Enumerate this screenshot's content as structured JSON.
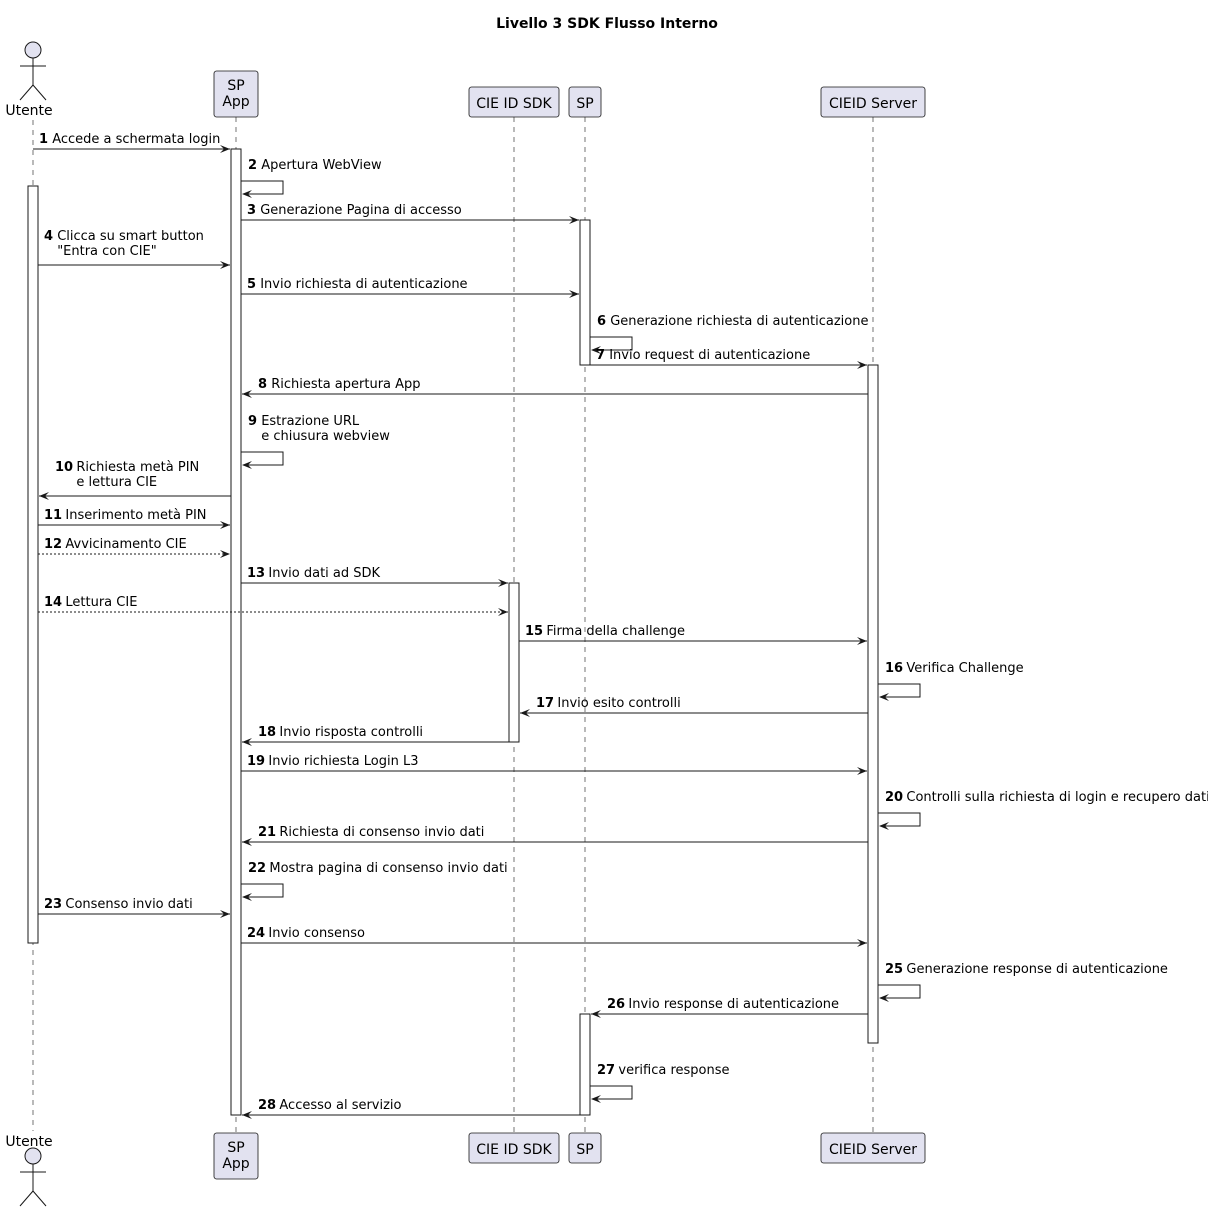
{
  "title": "Livello 3 SDK Flusso Interno",
  "participants": [
    {
      "id": "utente",
      "label": [
        "Utente"
      ],
      "kind": "actor"
    },
    {
      "id": "spapp",
      "label": [
        "SP",
        "App"
      ],
      "kind": "participant"
    },
    {
      "id": "sdk",
      "label": [
        "CIE ID SDK"
      ],
      "kind": "participant"
    },
    {
      "id": "sp",
      "label": [
        "SP"
      ],
      "kind": "participant"
    },
    {
      "id": "server",
      "label": [
        "CIEID Server"
      ],
      "kind": "participant"
    }
  ],
  "messages": [
    {
      "n": "1",
      "from": "utente",
      "to": "spapp",
      "text": [
        "Accede a schermata login"
      ],
      "style": "solid"
    },
    {
      "n": "2",
      "from": "spapp",
      "to": "spapp",
      "text": [
        "Apertura WebView"
      ],
      "style": "solid"
    },
    {
      "n": "3",
      "from": "spapp",
      "to": "sp",
      "text": [
        "Generazione Pagina di accesso"
      ],
      "style": "solid"
    },
    {
      "n": "4",
      "from": "utente",
      "to": "spapp",
      "text": [
        "Clicca su smart button",
        "\"Entra con CIE\""
      ],
      "style": "solid"
    },
    {
      "n": "5",
      "from": "spapp",
      "to": "sp",
      "text": [
        "Invio richiesta di autenticazione"
      ],
      "style": "solid"
    },
    {
      "n": "6",
      "from": "sp",
      "to": "sp",
      "text": [
        "Generazione richiesta di autenticazione"
      ],
      "style": "solid"
    },
    {
      "n": "7",
      "from": "sp",
      "to": "server",
      "text": [
        "Invio request di autenticazione"
      ],
      "style": "solid"
    },
    {
      "n": "8",
      "from": "server",
      "to": "spapp",
      "text": [
        "Richiesta apertura App"
      ],
      "style": "solid"
    },
    {
      "n": "9",
      "from": "spapp",
      "to": "spapp",
      "text": [
        "Estrazione URL",
        "e chiusura webview"
      ],
      "style": "solid"
    },
    {
      "n": "10",
      "from": "spapp",
      "to": "utente",
      "text": [
        "Richiesta metà PIN",
        "e lettura CIE"
      ],
      "style": "solid"
    },
    {
      "n": "11",
      "from": "utente",
      "to": "spapp",
      "text": [
        "Inserimento metà PIN"
      ],
      "style": "solid"
    },
    {
      "n": "12",
      "from": "utente",
      "to": "spapp",
      "text": [
        "Avvicinamento CIE"
      ],
      "style": "dashed"
    },
    {
      "n": "13",
      "from": "spapp",
      "to": "sdk",
      "text": [
        "Invio dati ad SDK"
      ],
      "style": "solid"
    },
    {
      "n": "14",
      "from": "utente",
      "to": "sdk",
      "text": [
        "Lettura CIE"
      ],
      "style": "dashed"
    },
    {
      "n": "15",
      "from": "sdk",
      "to": "server",
      "text": [
        "Firma della challenge"
      ],
      "style": "solid"
    },
    {
      "n": "16",
      "from": "server",
      "to": "server",
      "text": [
        "Verifica Challenge"
      ],
      "style": "solid"
    },
    {
      "n": "17",
      "from": "server",
      "to": "sdk",
      "text": [
        "Invio esito controlli"
      ],
      "style": "solid"
    },
    {
      "n": "18",
      "from": "sdk",
      "to": "spapp",
      "text": [
        "Invio risposta controlli"
      ],
      "style": "solid"
    },
    {
      "n": "19",
      "from": "spapp",
      "to": "server",
      "text": [
        "Invio richiesta Login L3"
      ],
      "style": "solid"
    },
    {
      "n": "20",
      "from": "server",
      "to": "server",
      "text": [
        "Controlli sulla richiesta di login e recupero dati"
      ],
      "style": "solid"
    },
    {
      "n": "21",
      "from": "server",
      "to": "spapp",
      "text": [
        "Richiesta di consenso invio dati"
      ],
      "style": "solid"
    },
    {
      "n": "22",
      "from": "spapp",
      "to": "spapp",
      "text": [
        "Mostra pagina di consenso invio dati"
      ],
      "style": "solid"
    },
    {
      "n": "23",
      "from": "utente",
      "to": "spapp",
      "text": [
        "Consenso invio dati"
      ],
      "style": "solid"
    },
    {
      "n": "24",
      "from": "spapp",
      "to": "server",
      "text": [
        "Invio consenso"
      ],
      "style": "solid"
    },
    {
      "n": "25",
      "from": "server",
      "to": "server",
      "text": [
        "Generazione response di autenticazione"
      ],
      "style": "solid"
    },
    {
      "n": "26",
      "from": "server",
      "to": "sp",
      "text": [
        "Invio response di autenticazione"
      ],
      "style": "solid"
    },
    {
      "n": "27",
      "from": "sp",
      "to": "sp",
      "text": [
        "verifica response"
      ],
      "style": "solid"
    },
    {
      "n": "28",
      "from": "sp",
      "to": "spapp",
      "text": [
        "Accesso al servizio"
      ],
      "style": "solid"
    }
  ]
}
